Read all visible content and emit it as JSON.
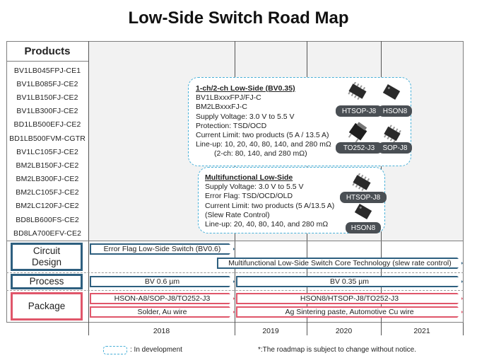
{
  "title": "Low-Side Switch Road Map",
  "products_header": "Products",
  "products": [
    "BV1LB045FPJ-CE1",
    "BV1LB085FJ-CE2",
    "BV1LB150FJ-CE2",
    "BV1LB300FJ-CE2",
    "BD1LB500EFJ-CE2",
    "BD1LB500FVM-CGTR",
    "BV1LC105FJ-CE2",
    "BM2LB150FJ-CE2",
    "BM2LB300FJ-CE2",
    "BM2LC105FJ-CE2",
    "BM2LC120FJ-CE2",
    "BD8LB600FS-CE2",
    "BD8LA700EFV-CE2"
  ],
  "bubble1": {
    "title": "1-ch/2-ch Low-Side (BV0.35)",
    "lines": [
      "BV1LBxxxFPJ/FJ-C",
      "BM2LBxxxFJ-C",
      "Supply Voltage: 3.0 V to 5.5 V",
      "Protection: TSD/OCD",
      "Current Limit:  two products (5 A / 13.5 A)",
      "Line-up: 10, 20, 40, 80, 140, and 280 mΩ",
      "        (2-ch: 80, 140, and 280 mΩ)"
    ],
    "packages": [
      "HTSOP-J8",
      "HSON8",
      "TO252-J3",
      "SOP-J8"
    ]
  },
  "bubble2": {
    "title": "Multifunctional Low-Side",
    "lines": [
      "Supply Voltage: 3.0 V to 5.5 V",
      "Error Flag: TSD/OCD/OLD",
      "Current Limit:  two products (5 A/13.5 A)",
      "(Slew Rate Control)",
      "Line-up: 20, 40, 80, 140, and 280 mΩ"
    ],
    "packages": [
      "HTSOP-J8",
      "HSON8"
    ]
  },
  "rows": {
    "circuit_design": "Circuit\nDesign",
    "process": "Process",
    "package": "Package"
  },
  "arrows": {
    "cd1": "Error Flag Low-Side Switch (BV0.6)",
    "cd2": "Multifunctional Low-Side Switch Core Technology (slew rate control)",
    "pr1": "BV 0.6 µm",
    "pr2": "BV 0.35 µm",
    "pk1": "HSON-A8/SOP-J8/TO252-J3",
    "pk2": "HSON8/HTSOP-J8/TO252-J3",
    "pk3": "Solder, Au wire",
    "pk4": "Ag Sintering paste, Automotive Cu  wire"
  },
  "years": [
    "2018",
    "2019",
    "2020",
    "2021"
  ],
  "legend": ": In development",
  "note": "*:The roadmap is subject to change without notice.",
  "colors": {
    "process_blue": "#2e5f7f",
    "package_pink": "#e0566a",
    "dev_dashed": "#48b0d8",
    "badge_gray": "#4a4f54"
  }
}
